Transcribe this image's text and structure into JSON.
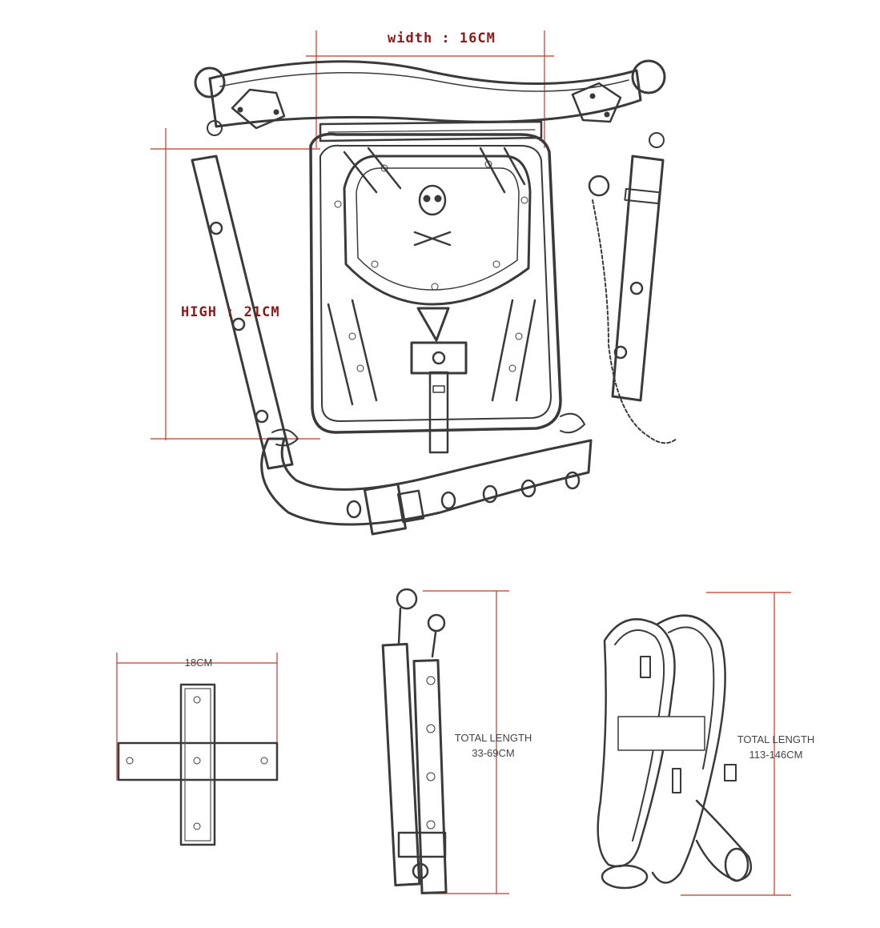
{
  "labels": {
    "width": "width : 16CM",
    "high": "HIGH : 21CM",
    "pad_width": "18CM",
    "strap_short_title": "TOTAL LENGTH",
    "strap_short_value": "33-69CM",
    "strap_long_title": "TOTAL LENGTH",
    "strap_long_value": "113-146CM"
  },
  "colors": {
    "dimension_line": "#c0392b",
    "dimension_text": "#8b1a1a",
    "sketch_stroke": "#3a3a3a",
    "caption_text": "#444444"
  }
}
